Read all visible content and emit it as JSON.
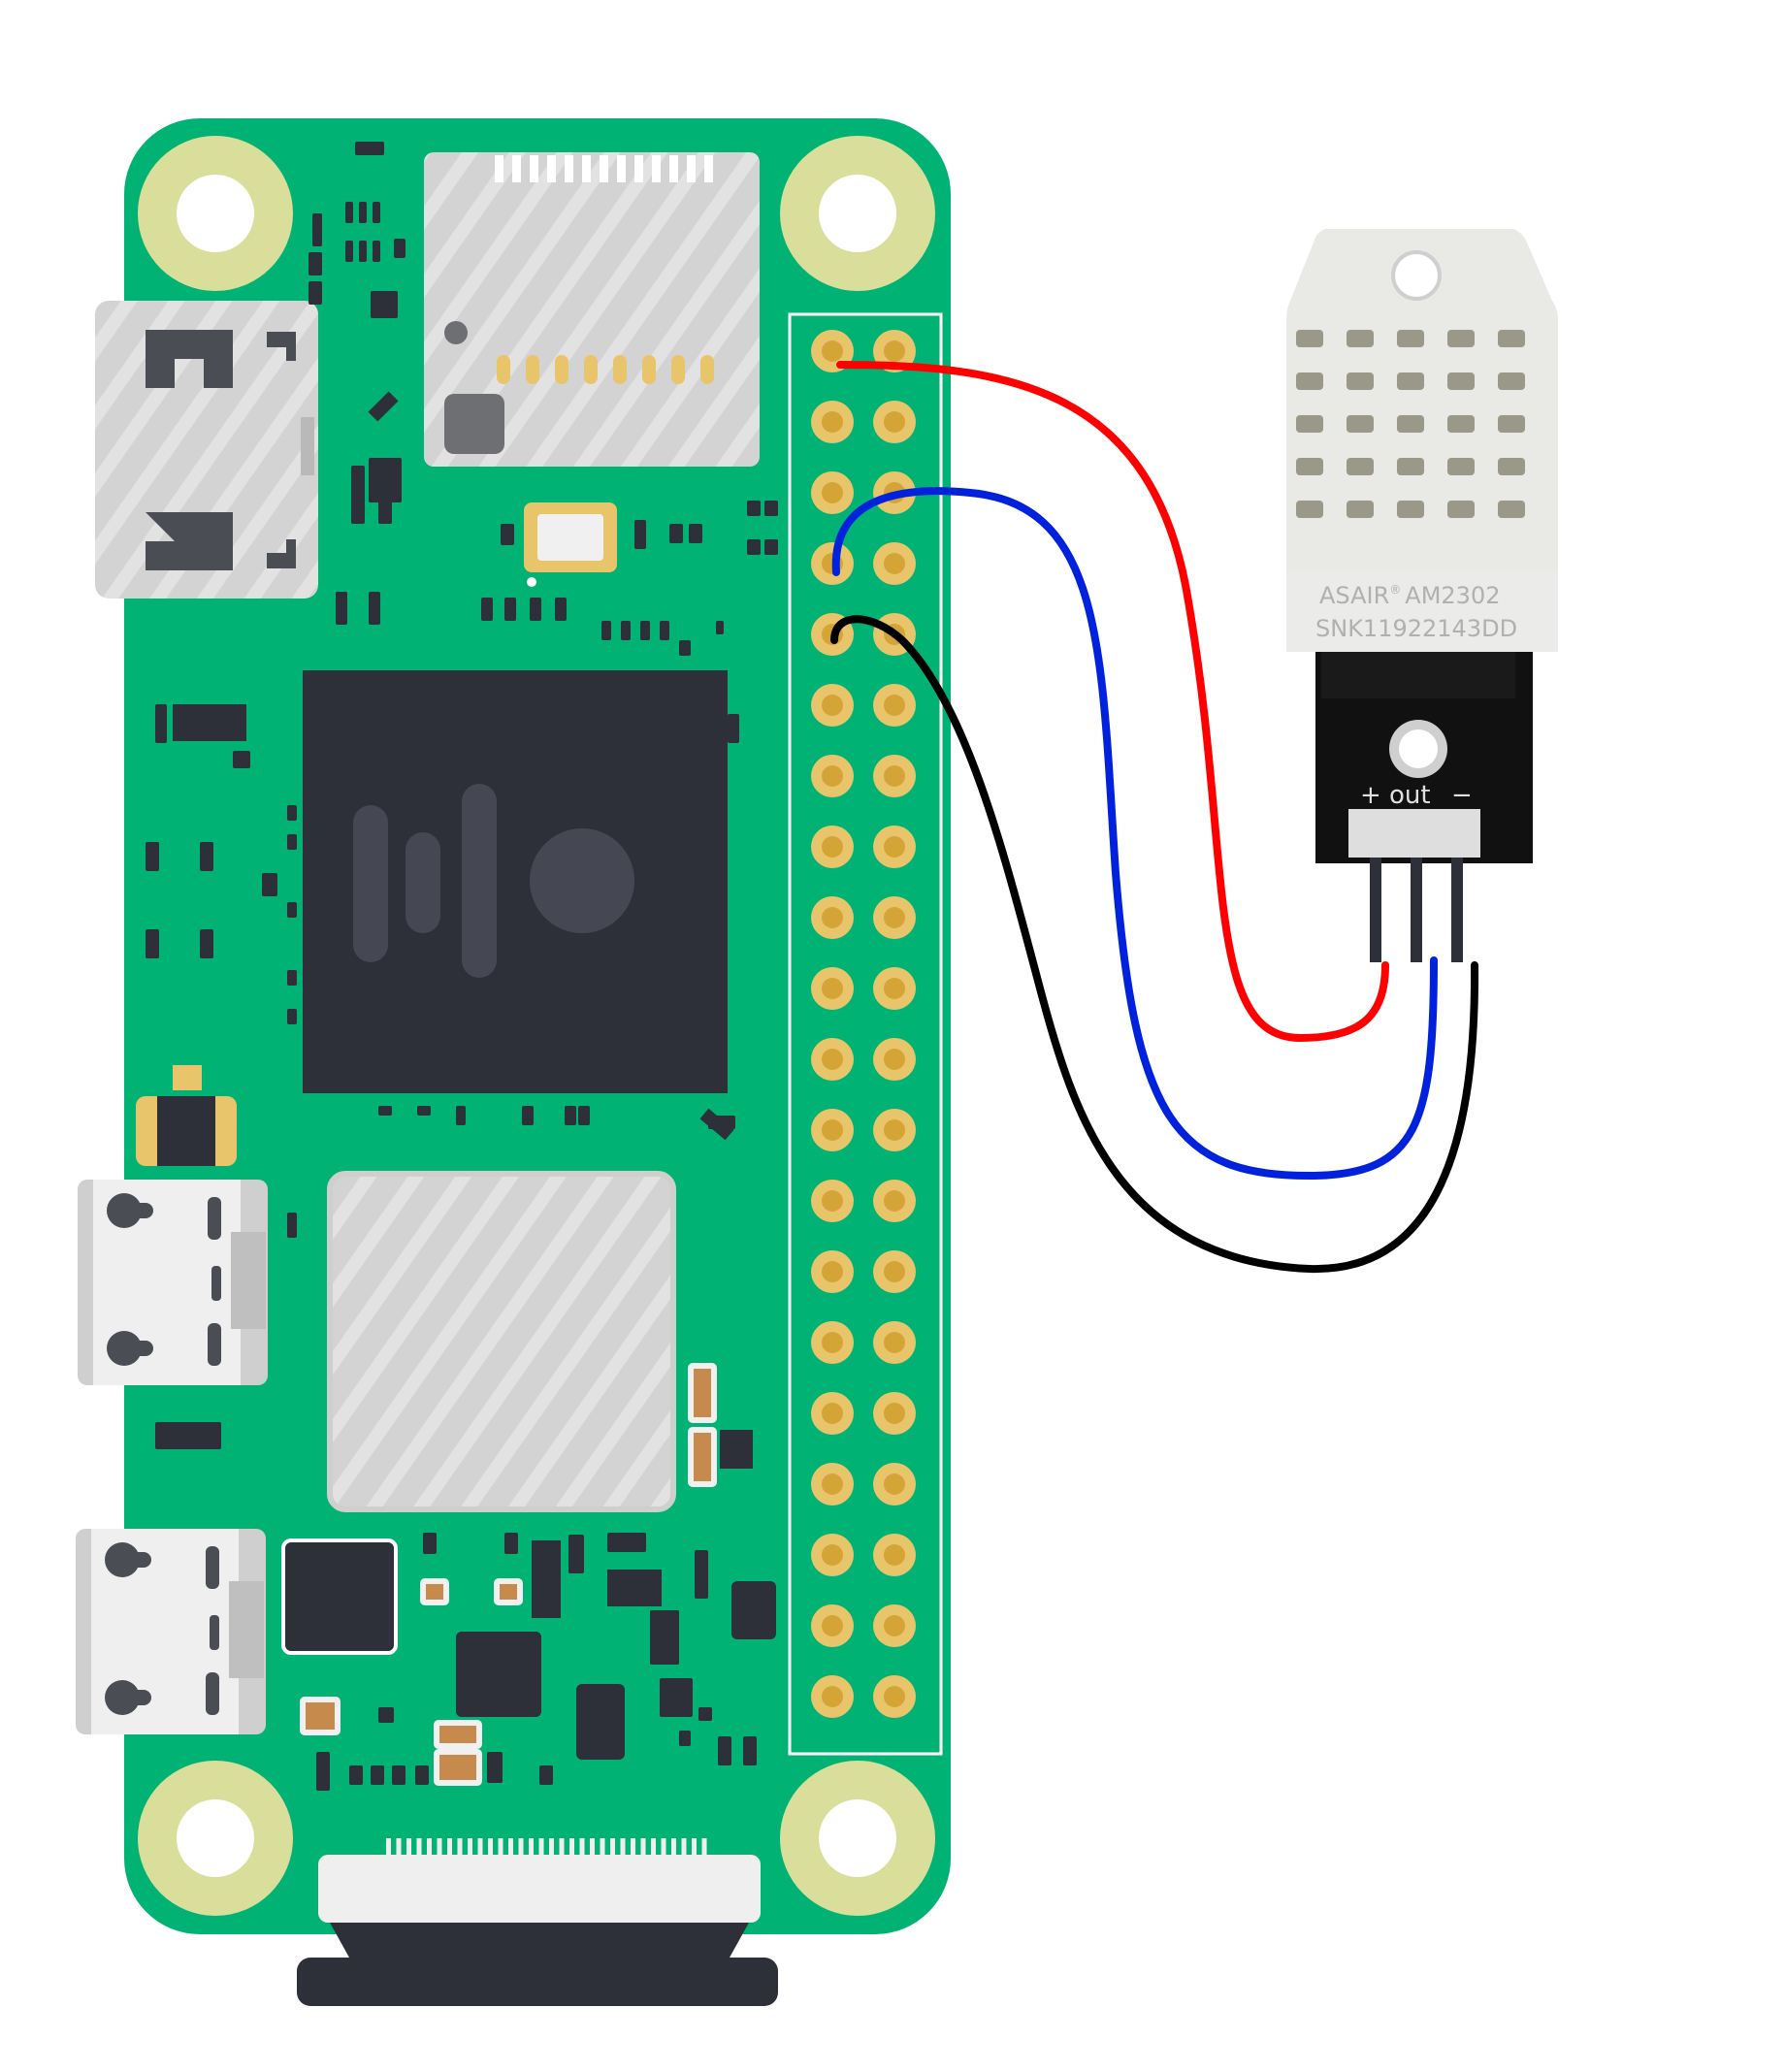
{
  "diagram": {
    "title": "",
    "board": {
      "kind": "single-board computer",
      "pcb_color": "#00b374",
      "header_pins": 40,
      "header_rows": 20,
      "header_columns": 2
    },
    "sensor": {
      "brand": "ASAIR",
      "registered_mark": "®",
      "model": "AM2302",
      "serial": "SNK11922143DD",
      "pin_labels": {
        "plus": "+",
        "out": "out",
        "minus": "−"
      }
    },
    "wires": [
      {
        "id": "vcc",
        "color": "#ff0000",
        "from": "header pin 1",
        "to": "sensor +"
      },
      {
        "id": "data",
        "color": "#0022dd",
        "from": "header pin 7",
        "to": "sensor out"
      },
      {
        "id": "gnd",
        "color": "#000000",
        "from": "header pin 9",
        "to": "sensor −"
      }
    ],
    "colors": {
      "pcb": "#00b374",
      "mount_ring": "#d9df9a",
      "pad": "#e8c56b",
      "pad_center": "#d4a437",
      "chip": "#2d3038",
      "silver": "#d6d6d6",
      "sensor_body": "#e9e9e6",
      "sensor_pcb": "#111111"
    }
  }
}
